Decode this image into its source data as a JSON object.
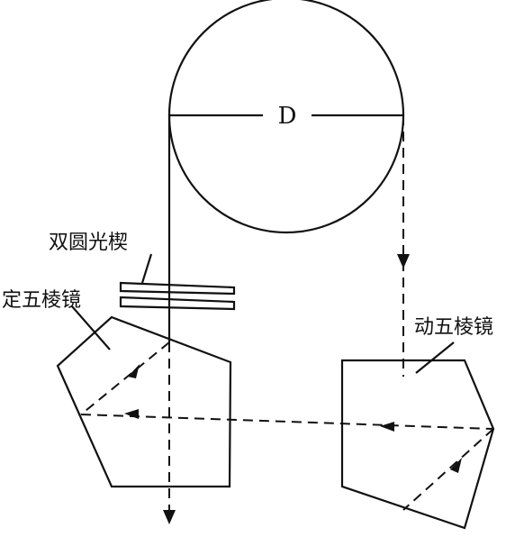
{
  "diagram": {
    "diameter_label": "D",
    "labels": {
      "wedge": "双圆光楔",
      "fixed_prism": "定五棱镜",
      "moving_prism": "动五棱镜"
    }
  }
}
